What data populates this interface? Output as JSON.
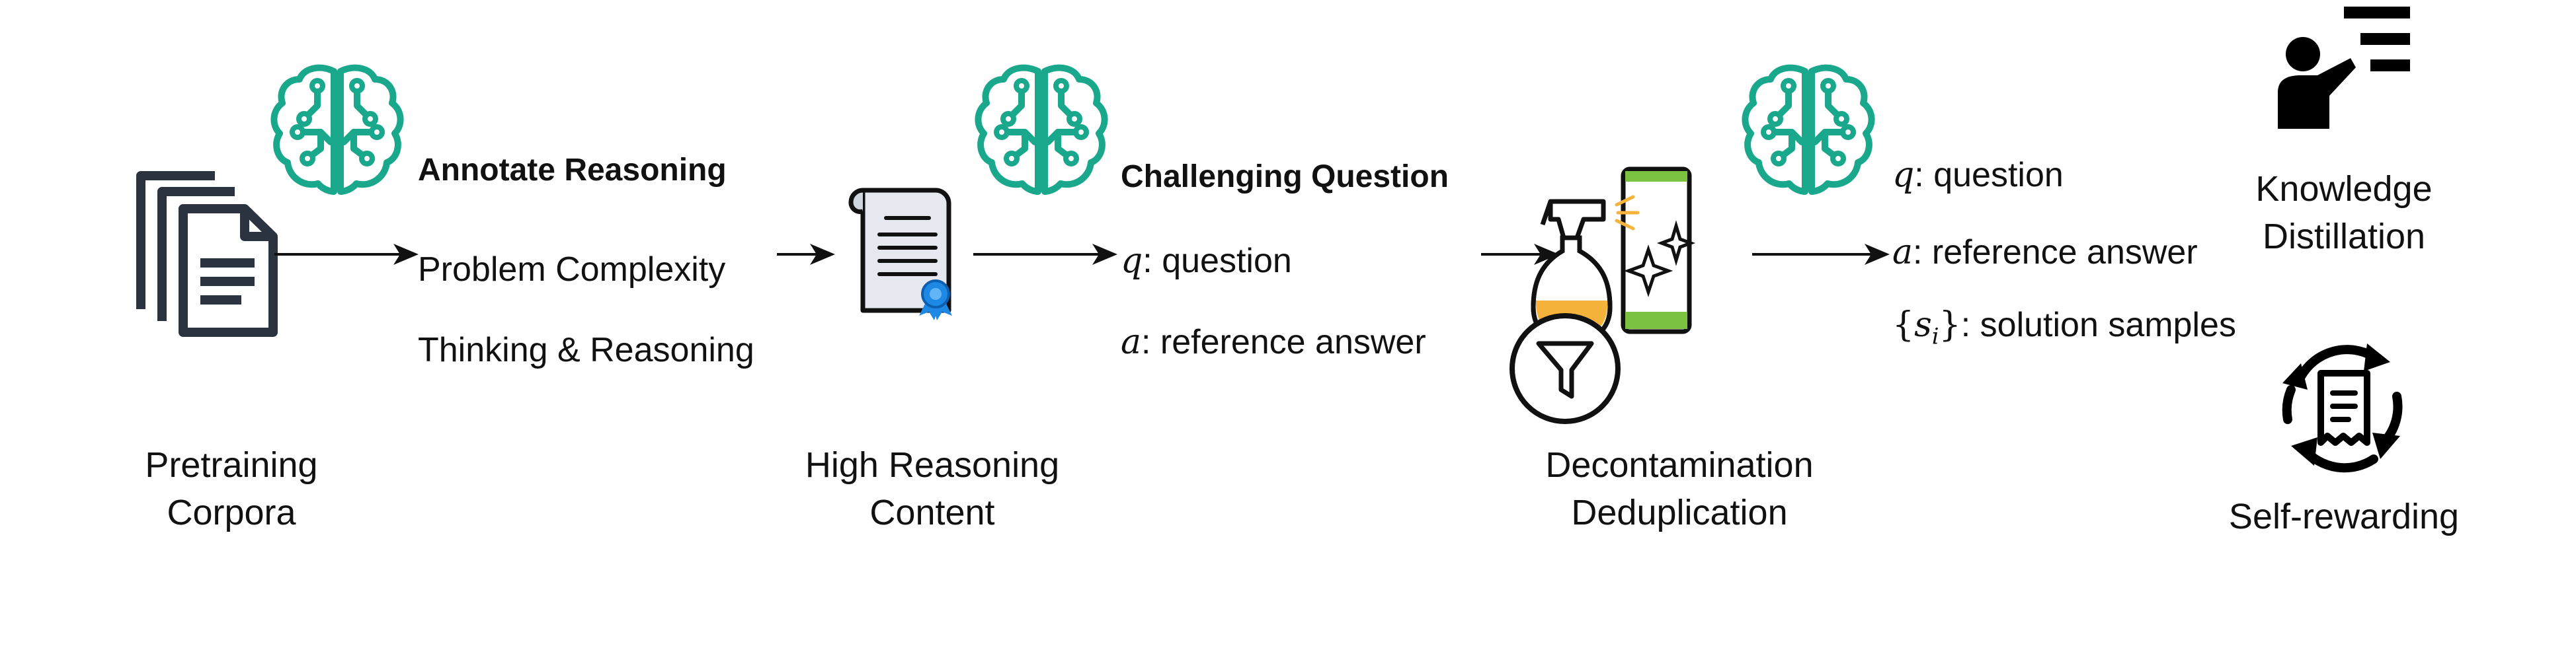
{
  "stages": {
    "pretraining": {
      "line1": "Pretraining",
      "line2": "Corpora",
      "icon": "documents-stack-icon"
    },
    "annotate": {
      "title": "Annotate Reasoning",
      "item1": "Problem Complexity",
      "item2": "Thinking & Reasoning",
      "icon": "ai-brain-icon"
    },
    "high_reasoning": {
      "line1": "High Reasoning",
      "line2": "Content",
      "icon": "certificate-scroll-icon"
    },
    "challenging": {
      "title": "Challenging Question",
      "q_symbol": "q",
      "q_text": ":  question",
      "a_symbol": "a",
      "a_text": ": reference answer",
      "icon": "ai-brain-icon"
    },
    "decontamination": {
      "line1": "Decontamination",
      "line2": "Deduplication",
      "icon": "spray-cleaning-icon"
    },
    "output": {
      "q_symbol": "q",
      "q_text": ":  question",
      "a_symbol": "a",
      "a_text": ": reference answer",
      "s_open": "{",
      "s_symbol": "s",
      "s_sub": "i",
      "s_close": "}",
      "s_text": ": solution samples",
      "icon": "ai-brain-icon"
    },
    "knowledge_distillation": {
      "line1": "Knowledge",
      "line2": "Distillation",
      "icon": "teacher-icon"
    },
    "self_rewarding": {
      "label": "Self-rewarding",
      "icon": "refresh-receipt-icon"
    }
  },
  "colors": {
    "brain": "#1aa88c",
    "ink": "#111111",
    "doc": "#2b3340",
    "spray_orange": "#f5b33c",
    "phone_green": "#7cc242",
    "ribbon_blue": "#1e88e5"
  }
}
